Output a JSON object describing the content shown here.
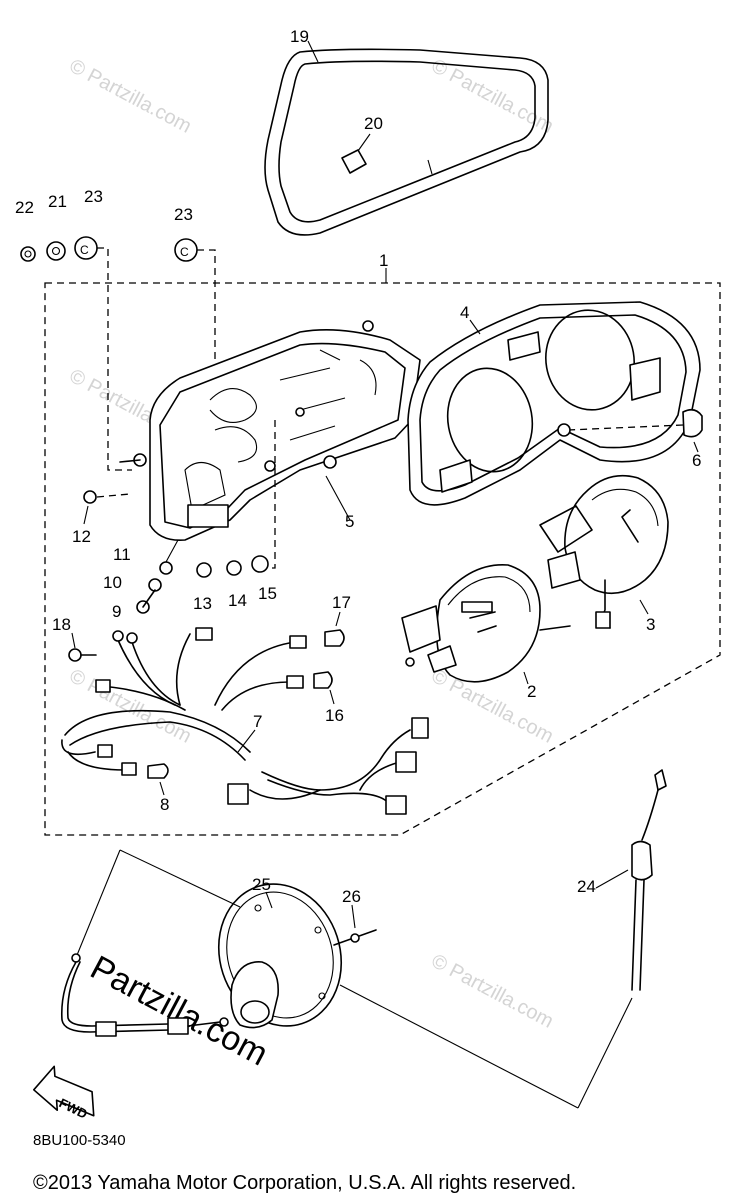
{
  "diagram": {
    "callouts": {
      "c1": "1",
      "c2": "2",
      "c3": "3",
      "c4": "4",
      "c5": "5",
      "c6": "6",
      "c7": "7",
      "c8": "8",
      "c9": "9",
      "c10": "10",
      "c11": "11",
      "c12": "12",
      "c13": "13",
      "c14": "14",
      "c15": "15",
      "c16": "16",
      "c17": "17",
      "c18": "18",
      "c19": "19",
      "c20": "20",
      "c21": "21",
      "c22": "22",
      "c23a": "23",
      "c23b": "23",
      "c24": "24",
      "c25": "25",
      "c26": "26"
    },
    "watermark": "© Partzilla.com",
    "watermark_large": "Partzilla.com",
    "fwd_label": "FWD",
    "diagram_code": "8BU100-5340",
    "copyright": "©2013  Yamaha Motor Corporation, U.S.A. All rights reserved."
  }
}
